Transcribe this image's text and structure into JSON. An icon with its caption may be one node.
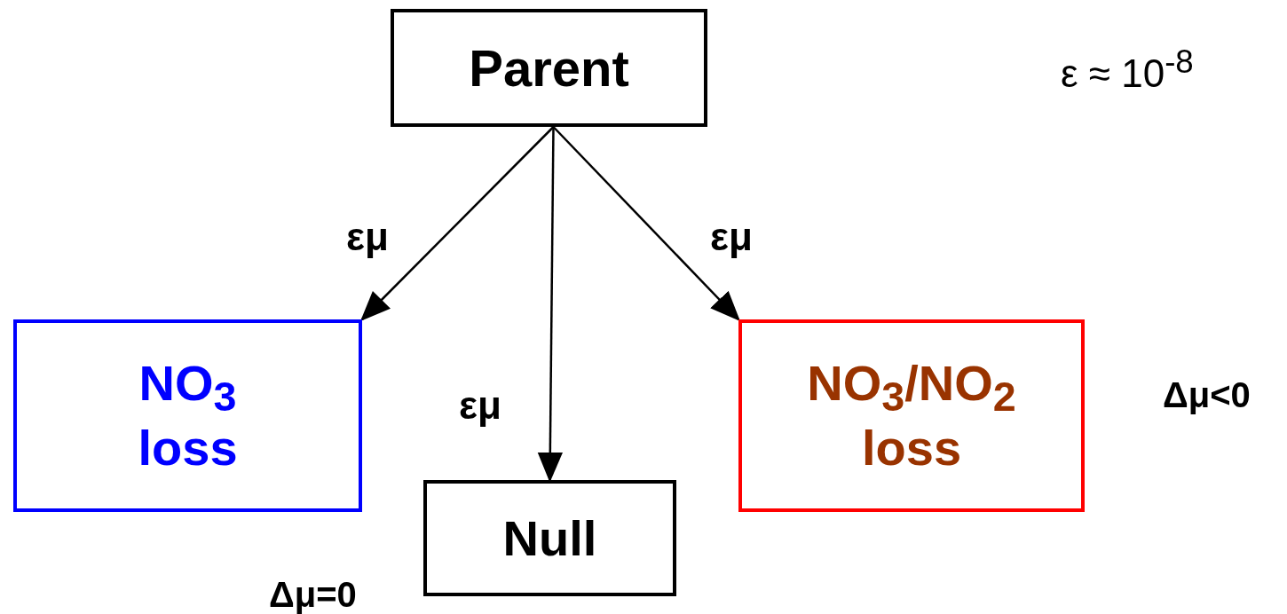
{
  "diagram": {
    "nodes": [
      {
        "text": [
          "Parent"
        ]
      },
      {
        "text": [
          "NO$_{3}$ loss"
        ]
      },
      {
        "text": [
          "Null"
        ]
      },
      {
        "text": [
          "NO$_{3}$/NO$_{2}$ loss"
        ]
      }
    ],
    "edges": [
      {
        "from": 0,
        "to": 1,
        "arrow": "to",
        "label": "εμ"
      },
      {
        "from": 0,
        "to": 2,
        "arrow": "to",
        "label": "εμ"
      },
      {
        "from": 0,
        "to": 3,
        "arrow": "to",
        "label": "εμ"
      }
    ],
    "labels": [
      "ε ≈ 10$^{-8}$",
      "Δμ<0",
      "Δμ=0"
    ]
  }
}
